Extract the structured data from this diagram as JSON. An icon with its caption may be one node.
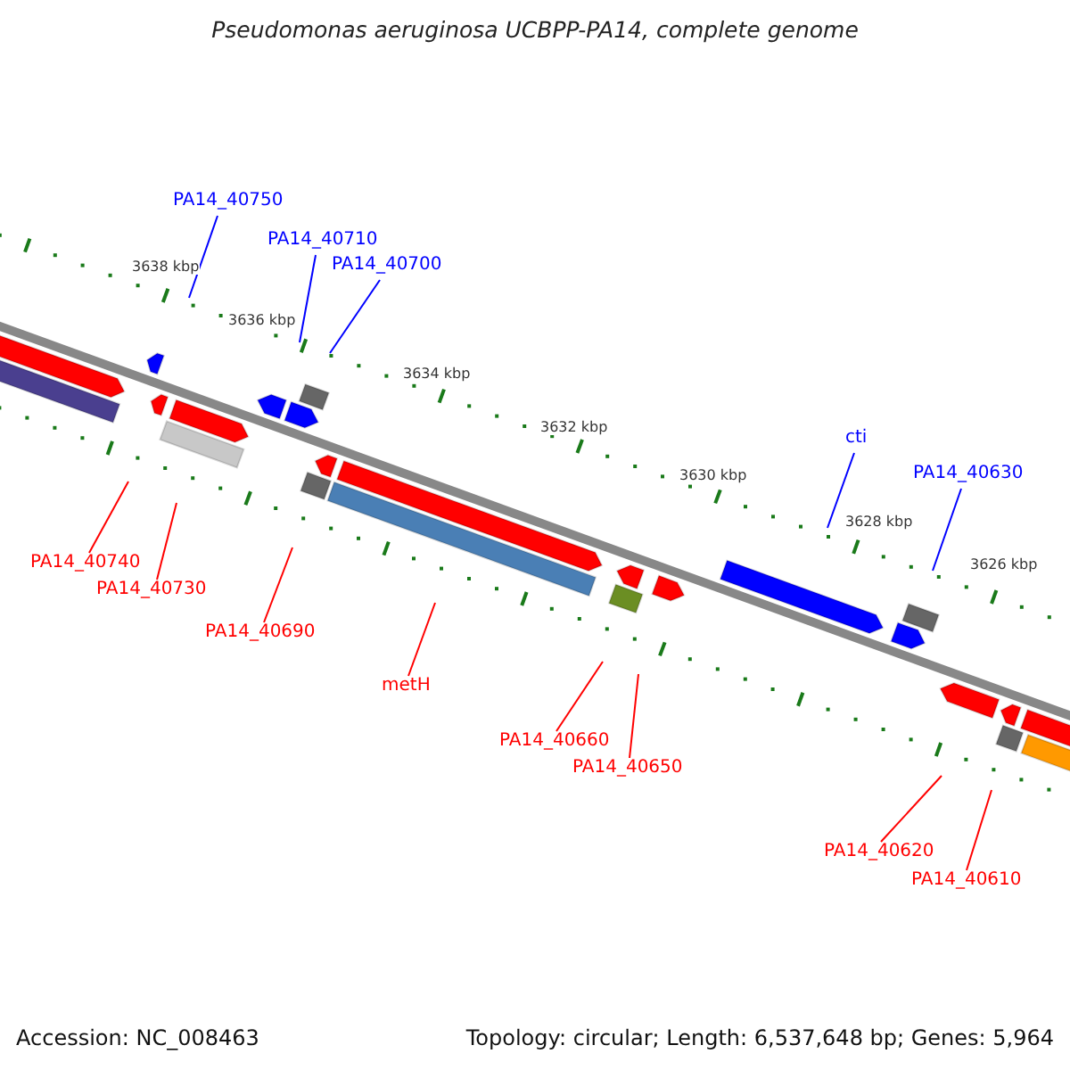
{
  "diagram": {
    "title": "Pseudomonas aeruginosa UCBPP-PA14, complete genome",
    "nodes": [
      {
        "text": [
          "PA14_40750"
        ]
      },
      {
        "text": [
          "PA14_40710"
        ]
      },
      {
        "text": [
          "PA14_40700"
        ]
      },
      {
        "text": [
          "cti"
        ]
      },
      {
        "text": [
          "PA14_40630"
        ]
      },
      {
        "text": [
          "PA14_40740"
        ]
      },
      {
        "text": [
          "PA14_40730"
        ]
      },
      {
        "text": [
          "PA14_40690"
        ]
      },
      {
        "text": [
          "metH"
        ]
      },
      {
        "text": [
          "PA14_40660"
        ]
      },
      {
        "text": [
          "PA14_40650"
        ]
      },
      {
        "text": [
          "PA14_40620"
        ]
      },
      {
        "text": [
          "PA14_40610"
        ]
      }
    ],
    "edges": [
      {
        "from": 0,
        "to": null,
        "arrow": "none",
        "color": "#0000ff"
      },
      {
        "from": 1,
        "to": null,
        "arrow": "none",
        "color": "#0000ff"
      },
      {
        "from": 2,
        "to": null,
        "arrow": "none",
        "color": "#0000ff"
      },
      {
        "from": 3,
        "to": null,
        "arrow": "none",
        "color": "#0000ff"
      },
      {
        "from": 4,
        "to": null,
        "arrow": "none",
        "color": "#0000ff"
      },
      {
        "from": 5,
        "to": null,
        "arrow": "none"
      },
      {
        "from": 6,
        "to": null,
        "arrow": "none"
      },
      {
        "from": 7,
        "to": null,
        "arrow": "none"
      },
      {
        "from": 8,
        "to": null,
        "arrow": "none"
      },
      {
        "from": 9,
        "to": null,
        "arrow": "none"
      },
      {
        "from": 10,
        "to": null,
        "arrow": "none"
      },
      {
        "from": 11,
        "to": null,
        "arrow": "none"
      },
      {
        "from": 12,
        "to": null,
        "arrow": "none"
      }
    ],
    "labels": [
      "3638 kbp",
      "3636 kbp",
      "3634 kbp",
      "3632 kbp",
      "3630 kbp",
      "3628 kbp",
      "3626 kbp",
      "Accession: NC_008463",
      "Topology: circular; Length: 6,537,648 bp; Genes: 5,964"
    ]
  }
}
